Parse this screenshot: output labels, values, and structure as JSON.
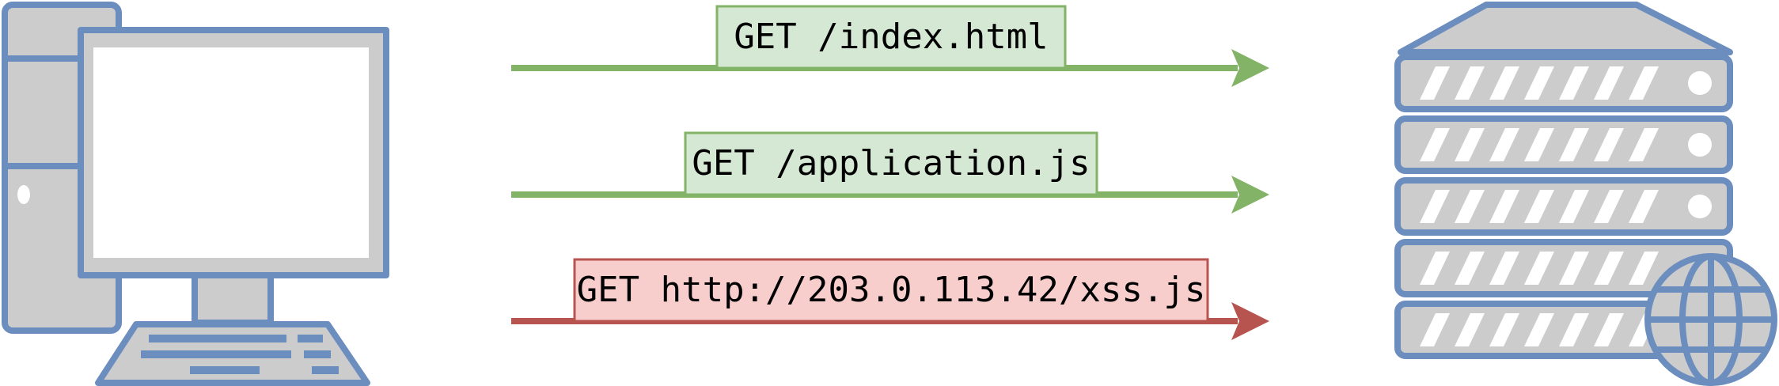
{
  "requests": [
    {
      "label": "GET /index.html",
      "status": "allowed"
    },
    {
      "label": "GET /application.js",
      "status": "allowed"
    },
    {
      "label": "GET http://203.0.113.42/xss.js",
      "status": "blocked"
    }
  ],
  "colors": {
    "outline": "#6c8ebf",
    "fill_gray": "#cccccc",
    "allowed_stroke": "#82b366",
    "allowed_fill": "#d5e8d4",
    "blocked_stroke": "#b85450",
    "blocked_fill": "#f8cecc",
    "text": "#000000"
  },
  "icons": {
    "client": "desktop-computer-icon",
    "server": "server-rack-icon",
    "globe": "globe-icon"
  }
}
